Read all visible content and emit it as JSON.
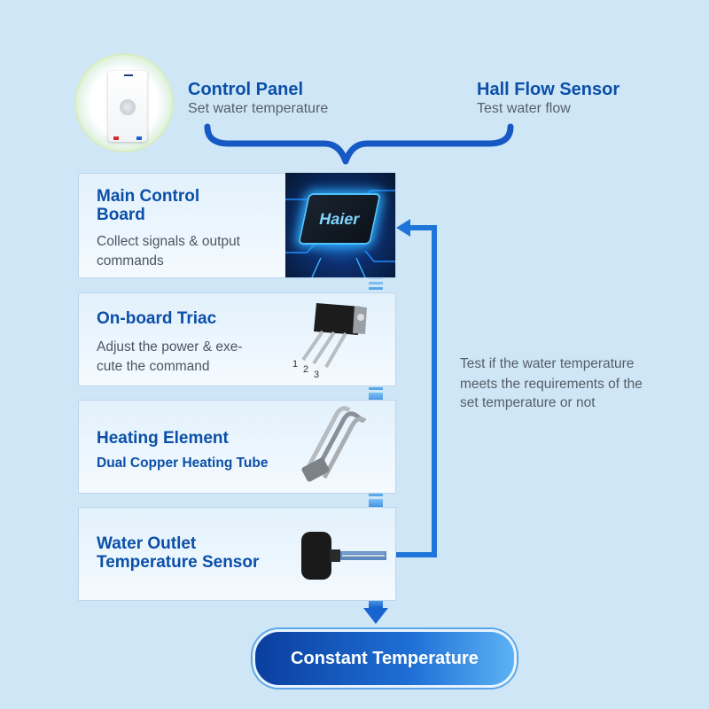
{
  "inputs": {
    "control_panel": {
      "title": "Control Panel",
      "subtitle": "Set water temperature"
    },
    "hall_sensor": {
      "title": "Hall Flow Sensor",
      "subtitle": "Test water flow"
    }
  },
  "steps": [
    {
      "title_line1": "Main Control",
      "title_line2": "Board",
      "desc_line1": "Collect signals & output",
      "desc_line2": "commands",
      "image_label": "Haier"
    },
    {
      "title": "On-board Triac",
      "desc_line1": "Adjust the power &  exe-",
      "desc_line2": "cute the command",
      "pins": [
        "1",
        "2",
        "3"
      ]
    },
    {
      "title": "Heating Element",
      "subtitle": "Dual Copper Heating Tube"
    },
    {
      "title_line1": "Water Outlet",
      "title_line2": "Temperature Sensor"
    }
  ],
  "feedback": {
    "line1": "Test if the water temperature",
    "line2": "meets the requirements of the",
    "line3": "set temperature or not"
  },
  "result": {
    "label": "Constant Temperature"
  },
  "colors": {
    "background": "#cfe6f7",
    "title_blue": "#0b4fa8",
    "arrow_blue": "#1f6fd6",
    "loop_line": "#1e74d8"
  }
}
